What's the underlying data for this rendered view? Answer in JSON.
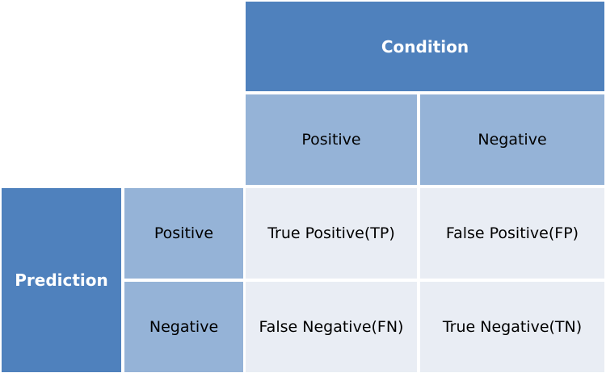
{
  "colors": {
    "header_dark": "#4f81bd",
    "header_mid": "#95b3d7",
    "cell_light": "#e9edf4",
    "background": "#ffffff"
  },
  "matrix": {
    "condition_label": "Condition",
    "prediction_label": "Prediction",
    "condition_positive": "Positive",
    "condition_negative": "Negative",
    "prediction_positive": "Positive",
    "prediction_negative": "Negative",
    "tp": "True Positive(TP)",
    "fp": "False Positive(FP)",
    "fn": "False Negative(FN)",
    "tn": "True Negative(TN)"
  }
}
